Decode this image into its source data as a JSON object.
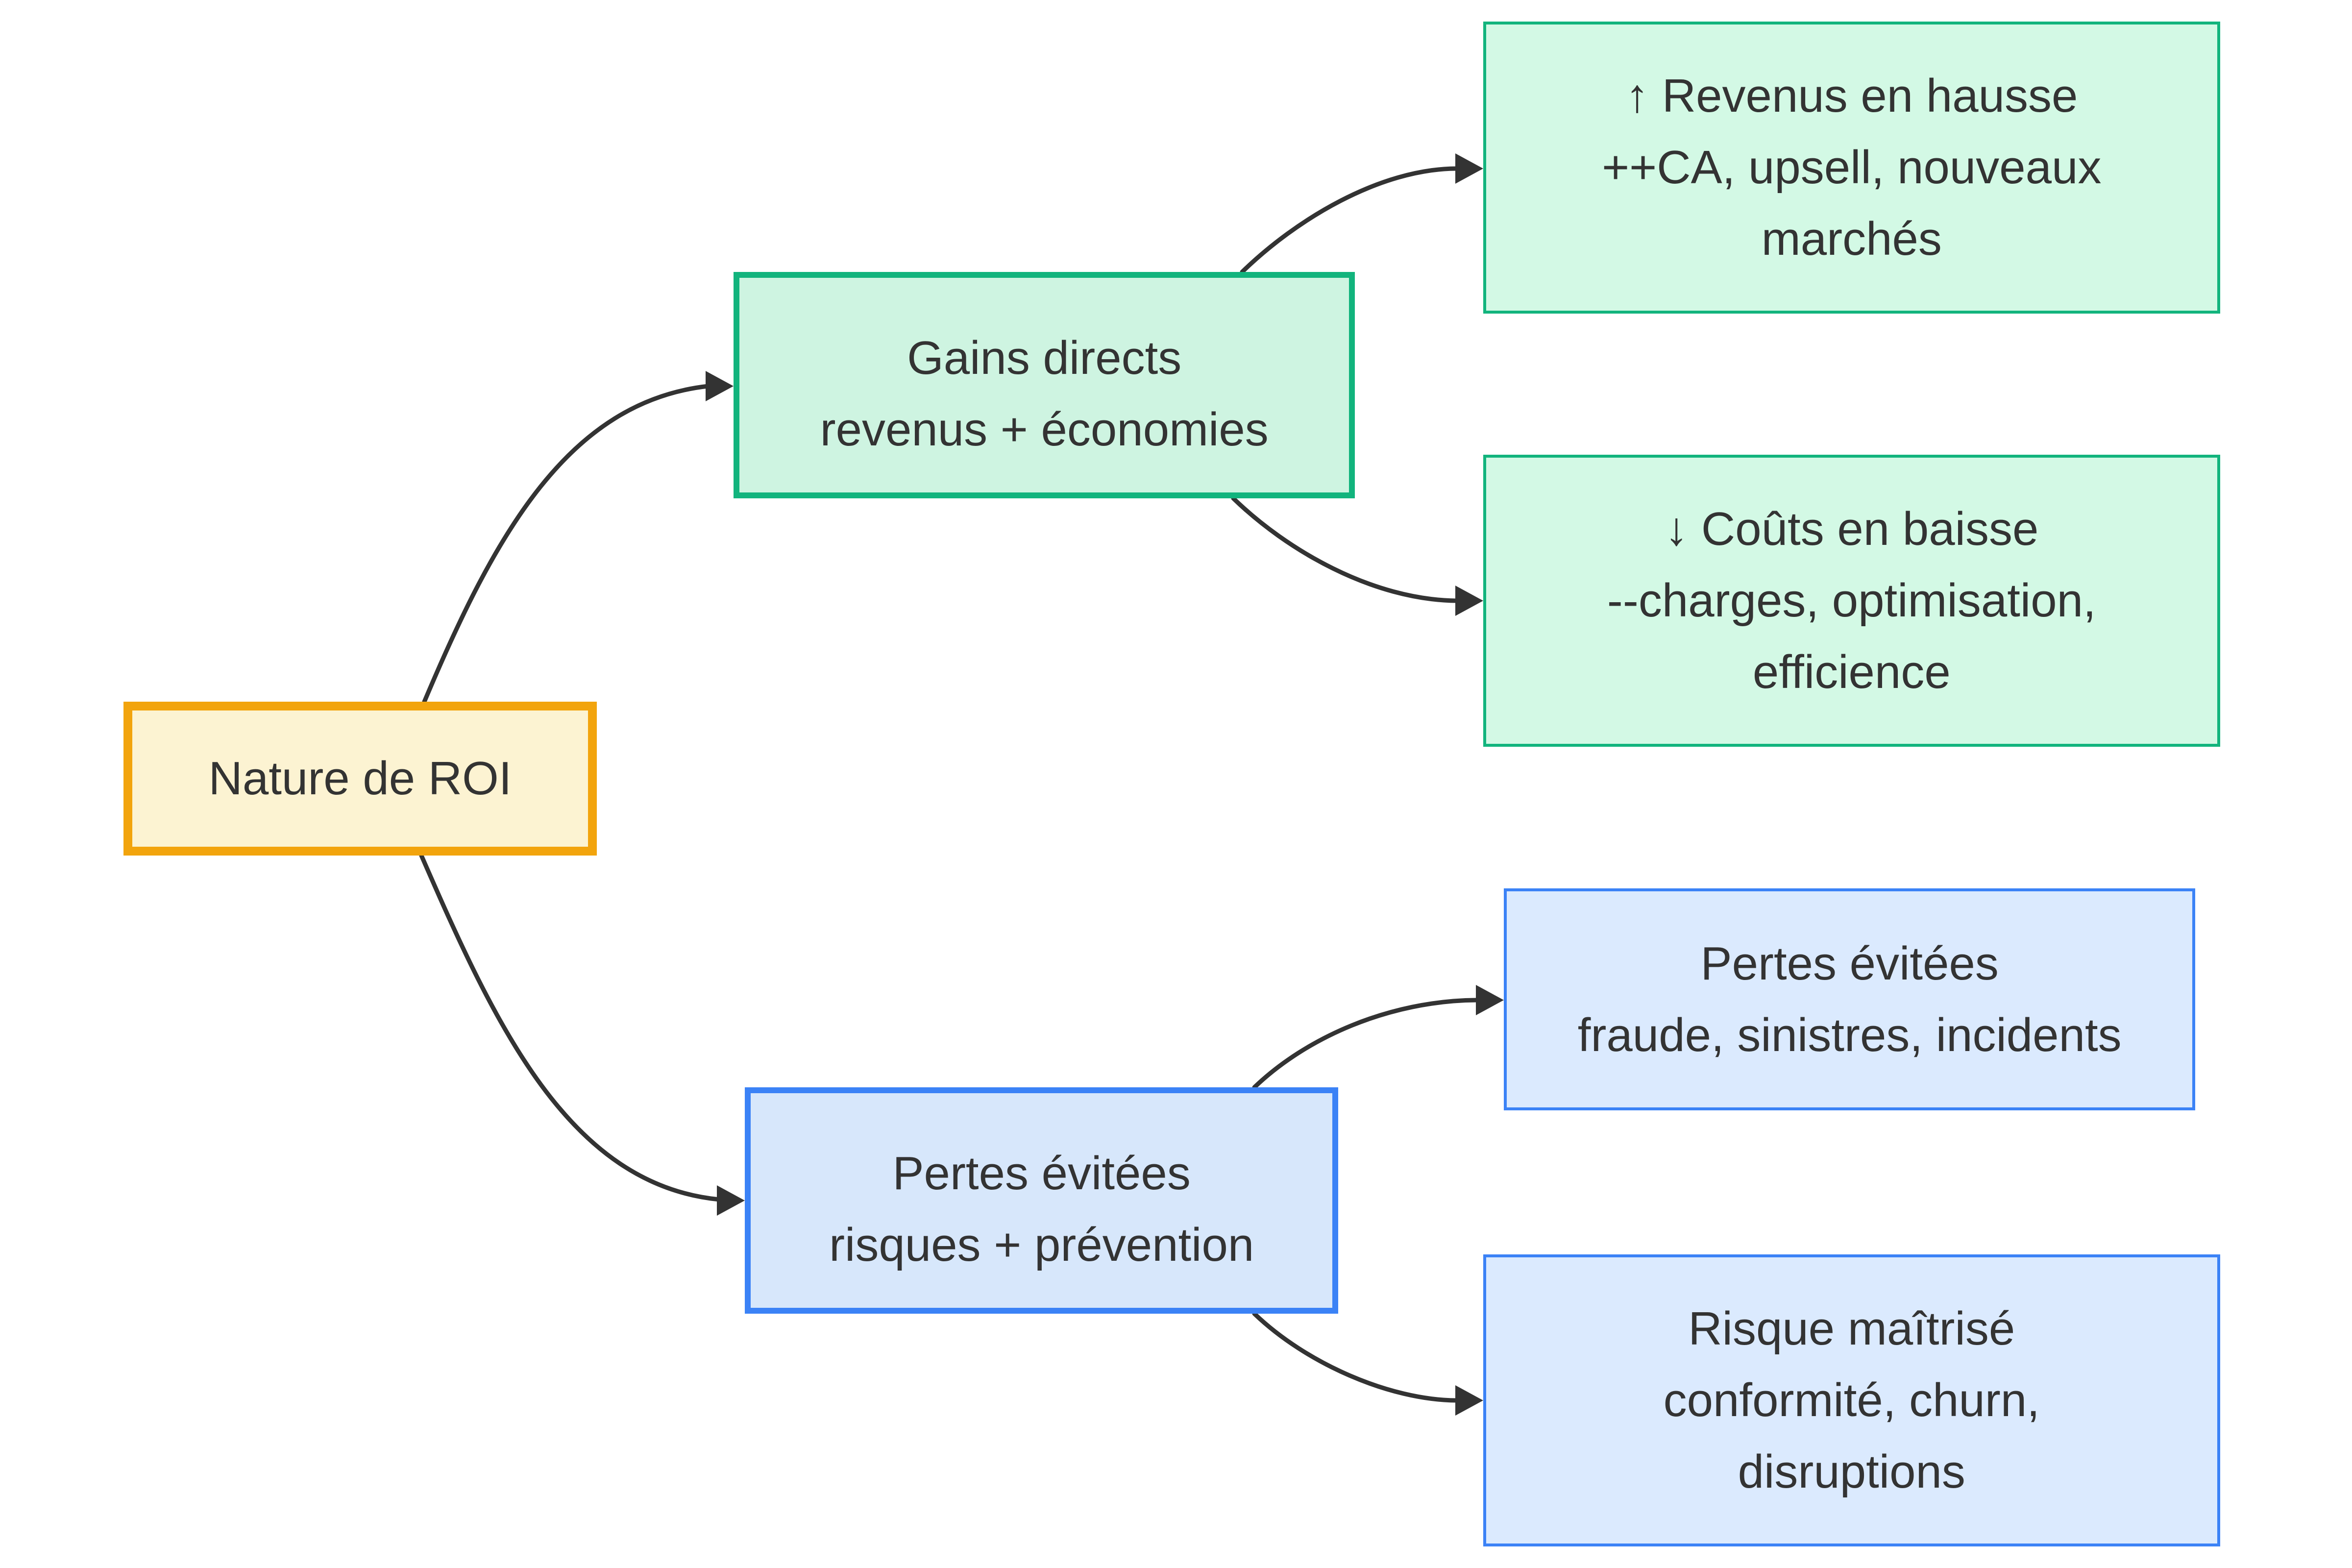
{
  "diagram": {
    "background": "#FFFFFF",
    "text_color": "#333333",
    "edge_color": "#333333"
  },
  "nodes": {
    "root": {
      "lines": [
        "Nature de ROI"
      ],
      "fill": "#FCF3D2",
      "border": "#F2A40D"
    },
    "gains_directs": {
      "lines": [
        "Gains directs",
        "revenus + économies"
      ],
      "fill": "#CEF4E1",
      "border": "#12B47D"
    },
    "pertes_evitees_mid": {
      "lines": [
        "Pertes évitées",
        "risques + prévention"
      ],
      "fill": "#D7E7FB",
      "border": "#3B82F6"
    },
    "revenus_hausse": {
      "lines": [
        "↑ Revenus en hausse",
        "++CA, upsell, nouveaux",
        "marchés"
      ],
      "fill": "#D3F9E5",
      "border": "#12B47D"
    },
    "couts_baisse": {
      "lines": [
        "↓ Coûts en baisse",
        "--charges, optimisation,",
        "efficience"
      ],
      "fill": "#D3F9E5",
      "border": "#12B47D"
    },
    "pertes_evitees_leaf": {
      "lines": [
        "Pertes évitées",
        "fraude, sinistres, incidents"
      ],
      "fill": "#DBEAFE",
      "border": "#3B82F6"
    },
    "risque_maitrise": {
      "lines": [
        "Risque maîtrisé",
        "conformité, churn,",
        "disruptions"
      ],
      "fill": "#DBEAFE",
      "border": "#3B82F6"
    }
  },
  "edges": [
    {
      "from": "root",
      "to": "gains_directs"
    },
    {
      "from": "root",
      "to": "pertes_evitees_mid"
    },
    {
      "from": "gains_directs",
      "to": "revenus_hausse"
    },
    {
      "from": "gains_directs",
      "to": "couts_baisse"
    },
    {
      "from": "pertes_evitees_mid",
      "to": "pertes_evitees_leaf"
    },
    {
      "from": "pertes_evitees_mid",
      "to": "risque_maitrise"
    }
  ]
}
